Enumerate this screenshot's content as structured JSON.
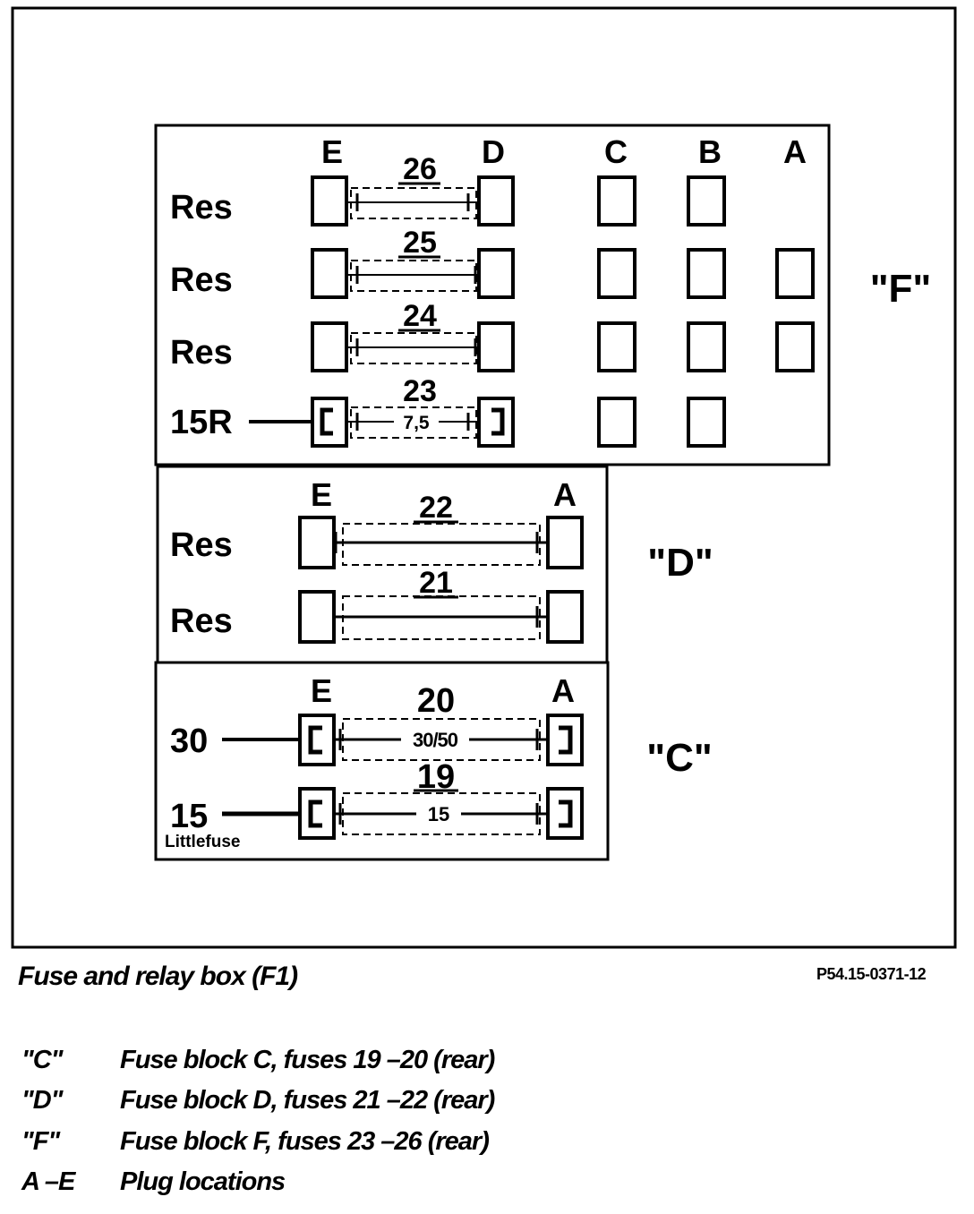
{
  "blocks": {
    "F": {
      "label": "\"F\"",
      "plug_headers": [
        "E",
        "D",
        "C",
        "B",
        "A"
      ],
      "rows": [
        {
          "left": "Res",
          "fuse": "26",
          "rating": ""
        },
        {
          "left": "Res",
          "fuse": "25",
          "rating": ""
        },
        {
          "left": "Res",
          "fuse": "24",
          "rating": ""
        },
        {
          "left": "15R",
          "fuse": "23",
          "rating": "7,5"
        }
      ]
    },
    "D": {
      "label": "\"D\"",
      "plug_headers": [
        "E",
        "A"
      ],
      "rows": [
        {
          "left": "Res",
          "fuse": "22",
          "rating": ""
        },
        {
          "left": "Res",
          "fuse": "21",
          "rating": ""
        }
      ]
    },
    "C": {
      "label": "\"C\"",
      "plug_headers": [
        "E",
        "A"
      ],
      "rows": [
        {
          "left": "30",
          "fuse": "20",
          "rating": "30/50"
        },
        {
          "left": "15",
          "fuse": "19",
          "rating": "15"
        }
      ],
      "note": "Littlefuse"
    }
  },
  "caption": {
    "title": "Fuse and relay box (F1)",
    "ref": "P54.15-0371-12"
  },
  "legend": [
    {
      "key": "\"C\"",
      "text": "Fuse block C, fuses 19 –20 (rear)"
    },
    {
      "key": "\"D\"",
      "text": "Fuse block D, fuses 21 –22 (rear)"
    },
    {
      "key": "\"F\"",
      "text": "Fuse block F, fuses 23 –26 (rear)"
    },
    {
      "key": "A –E",
      "text": "Plug locations"
    }
  ]
}
